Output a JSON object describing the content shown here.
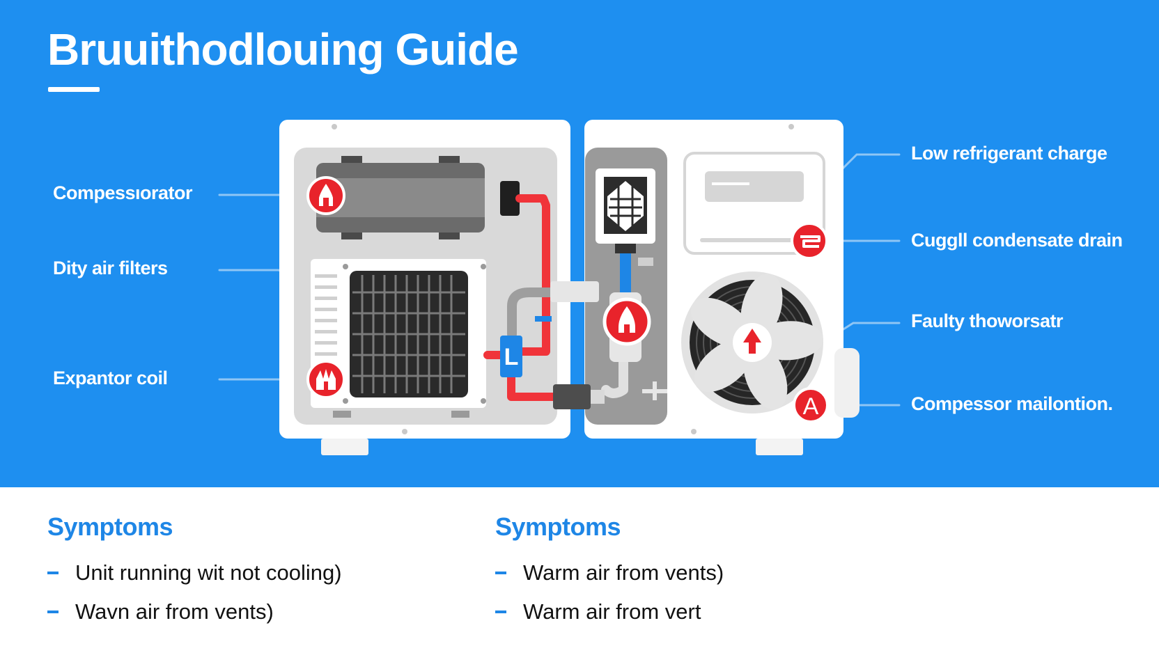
{
  "header": {
    "title": "Bruuithodlouing Guide"
  },
  "diagram": {
    "callouts_left": [
      {
        "label": "Compessıorator"
      },
      {
        "label": "Dity air filters"
      },
      {
        "label": "Expantor coil"
      }
    ],
    "callouts_right": [
      {
        "label": "Low refrigerant charge"
      },
      {
        "label": "Cuggll condensate drain"
      },
      {
        "label": "Faulty thoworsatr"
      },
      {
        "label": "Compessor mailontion."
      }
    ],
    "marker_letter_a": "A",
    "marker_letter_l": "L",
    "colors": {
      "background": "#1e8ff0",
      "unit_body": "#ffffff",
      "unit_inner": "#d9d9d9",
      "alert_red": "#e8232b",
      "pipe_red": "#f0343a",
      "accent_blue": "#1e86e6"
    }
  },
  "symptoms": [
    {
      "heading": "Symptoms",
      "items": [
        "Unit running wit not cooling)",
        "Wavn air from vents)"
      ]
    },
    {
      "heading": "Symptoms",
      "items": [
        "Warm air from vents)",
        "Warm air from vert"
      ]
    }
  ]
}
